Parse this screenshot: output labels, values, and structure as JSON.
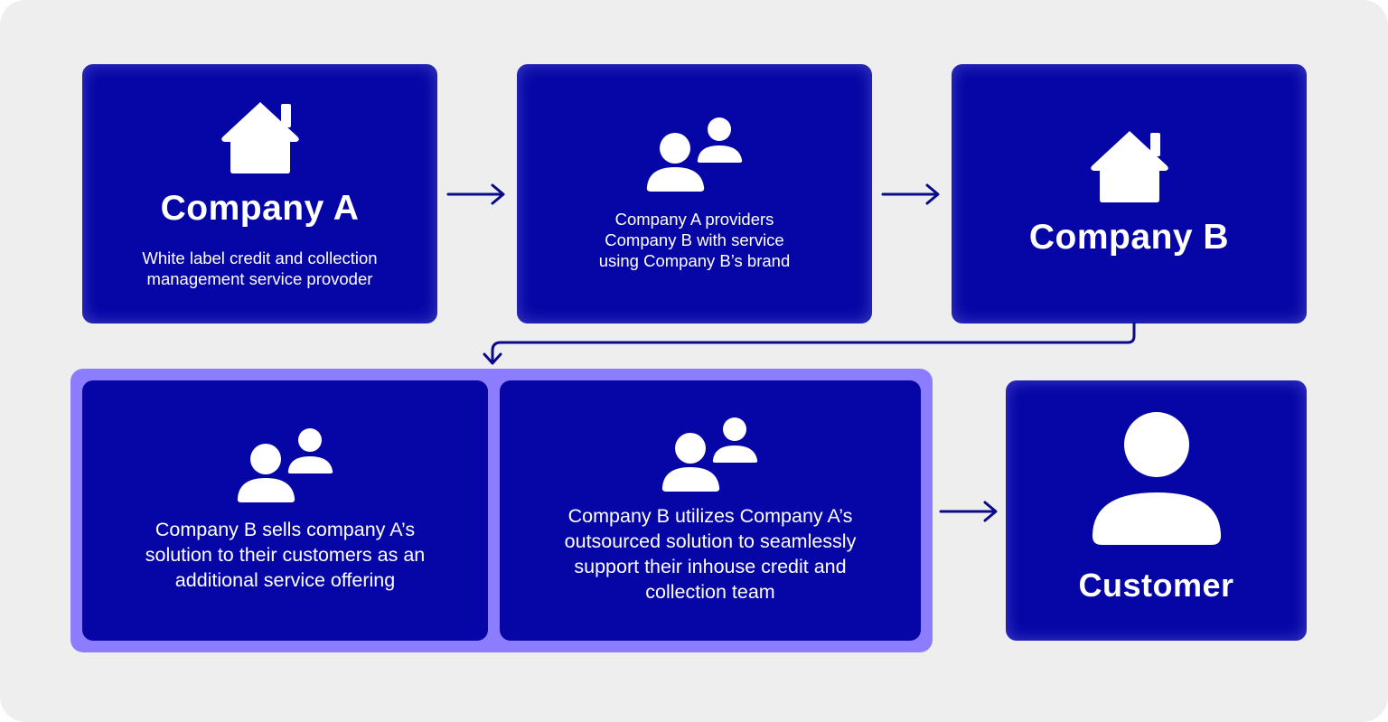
{
  "colors": {
    "background": "#eeeeee",
    "card": "#0606a6",
    "group_frame": "#8c7dff",
    "arrow": "#0a0a8a",
    "text": "#ffffff"
  },
  "nodes": {
    "company_a": {
      "icon": "house-icon",
      "title": "Company A",
      "subtitle_line1": "White label credit and collection",
      "subtitle_line2": "management service provoder"
    },
    "service": {
      "icon": "users-icon",
      "line1": "Company A providers",
      "line2": "Company B with service",
      "line3": "using Company B’s brand"
    },
    "company_b": {
      "icon": "house-icon",
      "title": "Company B"
    },
    "option_sell": {
      "icon": "users-icon",
      "line1": "Company B sells company A’s",
      "line2": "solution to their customers as an",
      "line3": "additional service offering"
    },
    "option_utilize": {
      "icon": "users-icon",
      "line1": "Company B utilizes Company A’s",
      "line2": "outsourced solution to seamlessly",
      "line3": "support their inhouse credit and",
      "line4": "collection team"
    },
    "customer": {
      "icon": "person-icon",
      "title": "Customer"
    }
  }
}
